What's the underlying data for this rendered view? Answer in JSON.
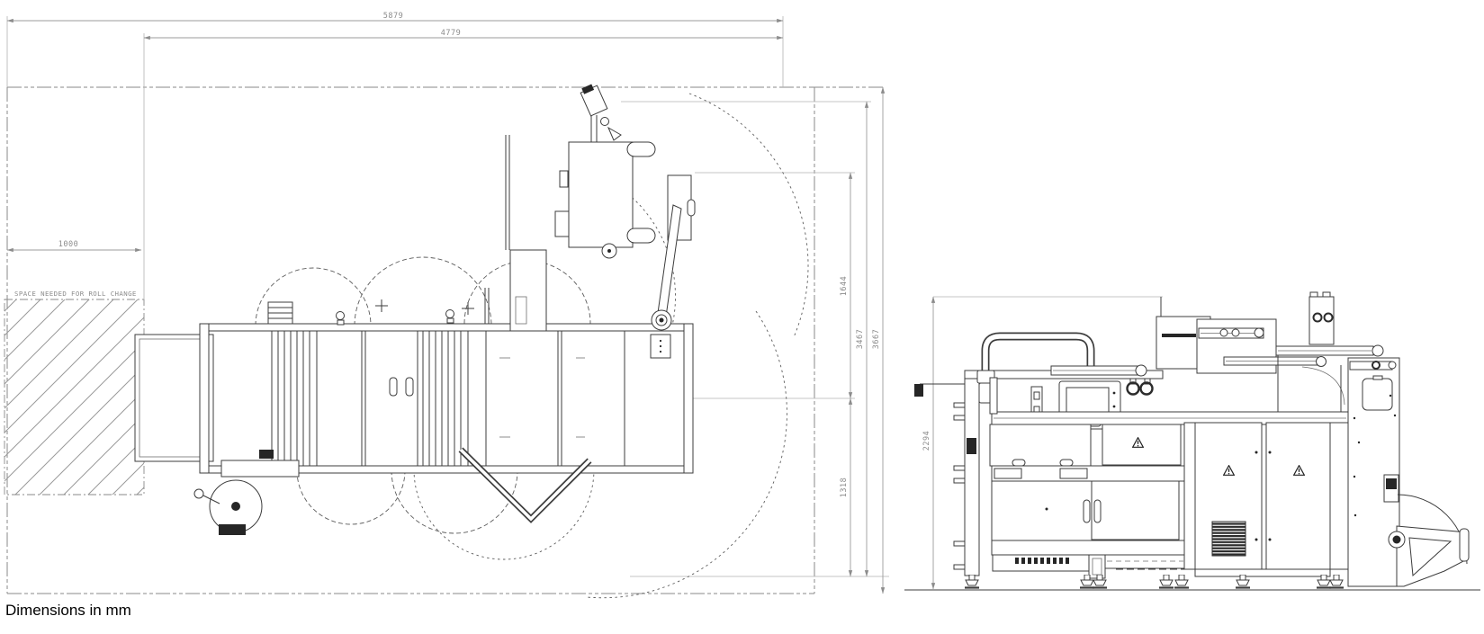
{
  "labels": {
    "roll_change_area": "SPACE NEEDED FOR ROLL CHANGE",
    "units_note": "Dimensions in mm"
  },
  "dimensions_mm": {
    "plan_overall_length": "5879",
    "plan_machine_length": "4779",
    "plan_roll_change_depth": "1000",
    "plan_depth_upper": "1644",
    "plan_depth_lower": "1318",
    "plan_depth_inner": "3467",
    "plan_depth_overall": "3667",
    "side_overall_height": "2294"
  },
  "colors": {
    "dimension_gray": "#8c8c8c",
    "drawing_dark": "#3c3c3c",
    "background": "#ffffff"
  }
}
